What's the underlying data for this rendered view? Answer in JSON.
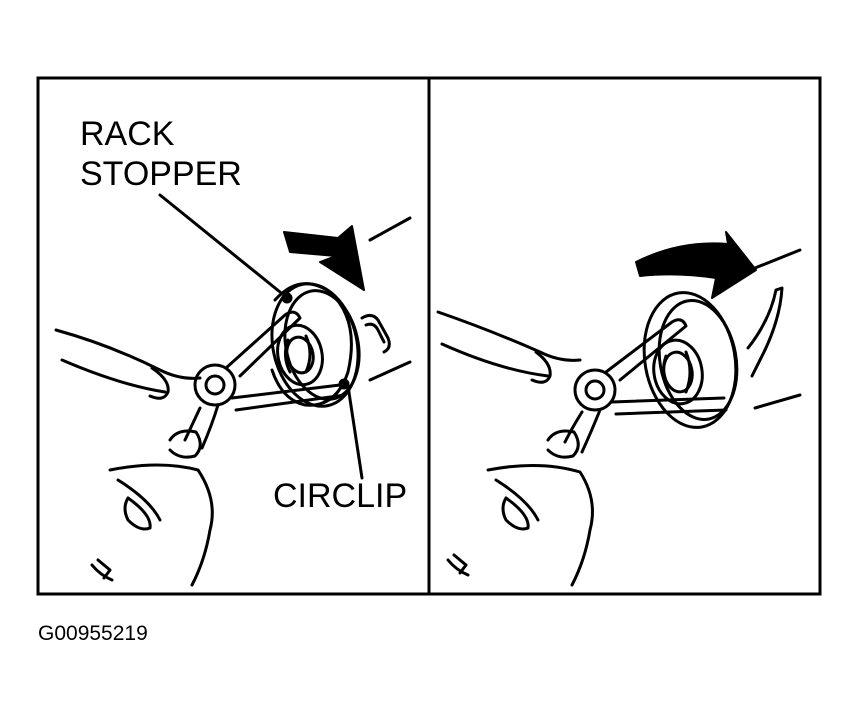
{
  "figure": {
    "labels": {
      "rack": "RACK",
      "stopper": "STOPPER",
      "circlip": "CIRCLIP"
    },
    "caption": "G00955219"
  },
  "colors": {
    "ink": "#000000",
    "paper": "#ffffff"
  }
}
